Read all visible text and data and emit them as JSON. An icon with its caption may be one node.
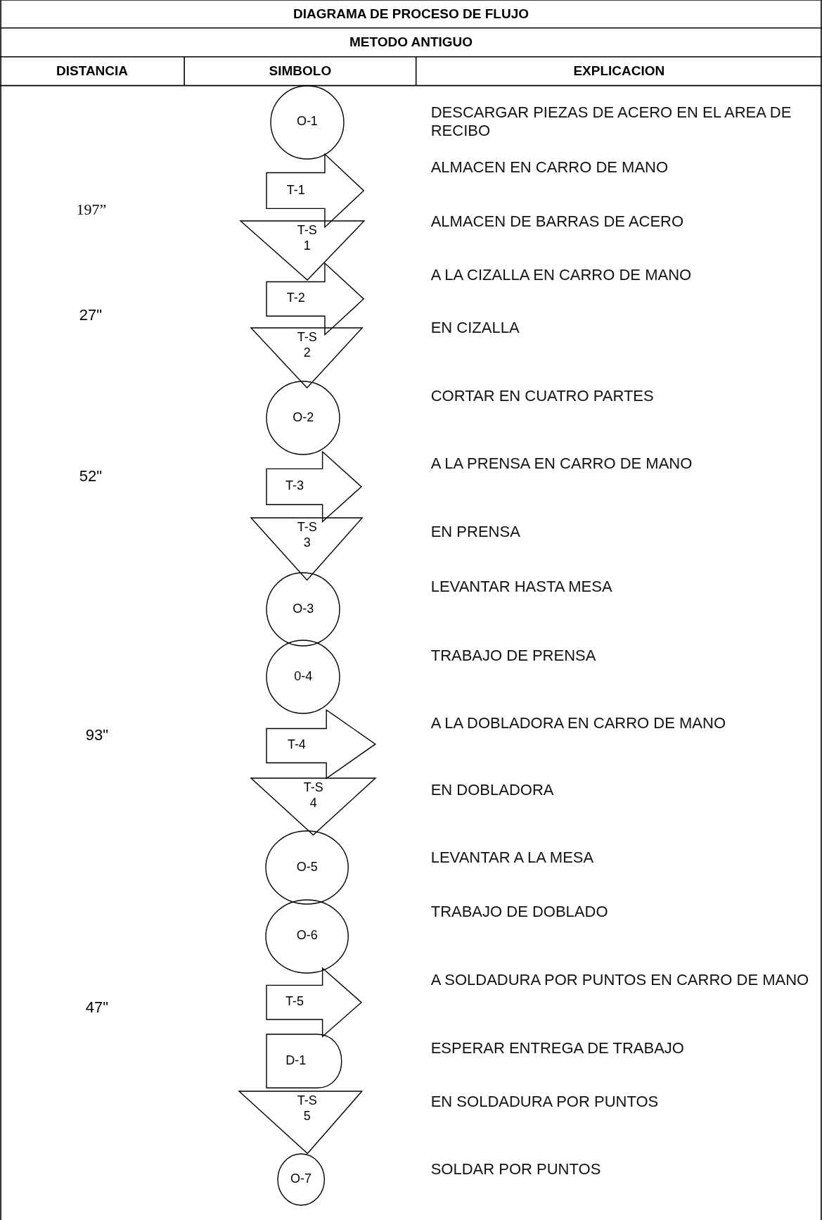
{
  "diagram": {
    "title": "DIAGRAMA DE PROCESO DE FLUJO",
    "nodes": [
      {
        "text": [
          "O-1"
        ]
      },
      {
        "text": [
          "T-1"
        ]
      },
      {
        "text": [
          "T-S 1"
        ]
      },
      {
        "text": [
          "T-2"
        ]
      },
      {
        "text": [
          "T-S 2"
        ]
      },
      {
        "text": [
          "O-2"
        ]
      },
      {
        "text": [
          "T-3"
        ]
      },
      {
        "text": [
          "T-S 3"
        ]
      },
      {
        "text": [
          "O-3"
        ]
      },
      {
        "text": [
          "0-4"
        ]
      },
      {
        "text": [
          "T-4"
        ]
      },
      {
        "text": [
          "T-S 4"
        ]
      },
      {
        "text": [
          "O-5"
        ]
      },
      {
        "text": [
          "O-6"
        ]
      },
      {
        "text": [
          "T-5"
        ]
      },
      {
        "text": [
          "D-1"
        ]
      },
      {
        "text": [
          "T-S 5"
        ]
      },
      {
        "text": [
          "O-7"
        ]
      }
    ],
    "labels": [
      "METODO ANTIGUO",
      "DISTANCIA",
      "SIMBOLO",
      "EXPLICACION",
      "DESCARGAR PIEZAS DE ACERO EN EL AREA DE RECIBO",
      "ALMACEN EN CARRO DE MANO",
      "197”",
      "ALMACEN DE BARRAS DE ACERO",
      "A LA CIZALLA EN CARRO DE MANO",
      "27\"",
      "EN CIZALLA",
      "CORTAR EN CUATRO PARTES",
      "A LA PRENSA EN CARRO DE MANO",
      "52\"",
      "EN PRENSA",
      "LEVANTAR HASTA MESA",
      "TRABAJO DE PRENSA",
      "A LA DOBLADORA EN CARRO DE MANO",
      "93\"",
      "EN DOBLADORA",
      "LEVANTAR A LA MESA",
      "TRABAJO DE DOBLADO",
      "A SOLDADURA POR PUNTOS EN CARRO DE MANO",
      "47\"",
      "ESPERAR ENTREGA DE TRABAJO",
      "EN SOLDADURA POR PUNTOS",
      "SOLDAR POR PUNTOS"
    ]
  }
}
